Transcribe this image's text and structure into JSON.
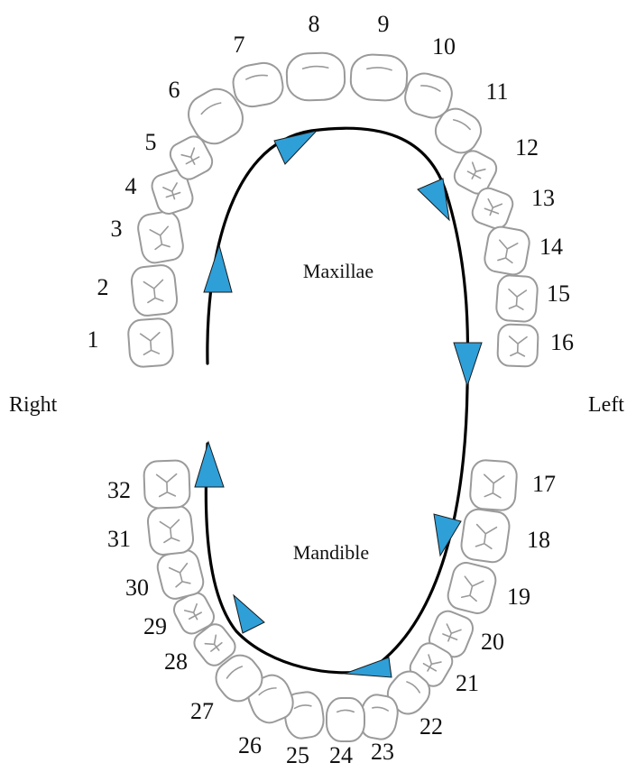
{
  "diagram": {
    "labels": {
      "upper_arch": "Maxillae",
      "lower_arch": "Mandible",
      "right_side": "Right",
      "left_side": "Left"
    },
    "teeth": [
      {
        "n": "1"
      },
      {
        "n": "2"
      },
      {
        "n": "3"
      },
      {
        "n": "4"
      },
      {
        "n": "5"
      },
      {
        "n": "6"
      },
      {
        "n": "7"
      },
      {
        "n": "8"
      },
      {
        "n": "9"
      },
      {
        "n": "10"
      },
      {
        "n": "11"
      },
      {
        "n": "12"
      },
      {
        "n": "13"
      },
      {
        "n": "14"
      },
      {
        "n": "15"
      },
      {
        "n": "16"
      },
      {
        "n": "17"
      },
      {
        "n": "18"
      },
      {
        "n": "19"
      },
      {
        "n": "20"
      },
      {
        "n": "21"
      },
      {
        "n": "22"
      },
      {
        "n": "23"
      },
      {
        "n": "24"
      },
      {
        "n": "25"
      },
      {
        "n": "26"
      },
      {
        "n": "27"
      },
      {
        "n": "28"
      },
      {
        "n": "29"
      },
      {
        "n": "30"
      },
      {
        "n": "31"
      },
      {
        "n": "32"
      }
    ],
    "arrow_color": "#2f9fd8",
    "path_color": "#000000",
    "tooth_outline_color": "#9a9a9a"
  }
}
